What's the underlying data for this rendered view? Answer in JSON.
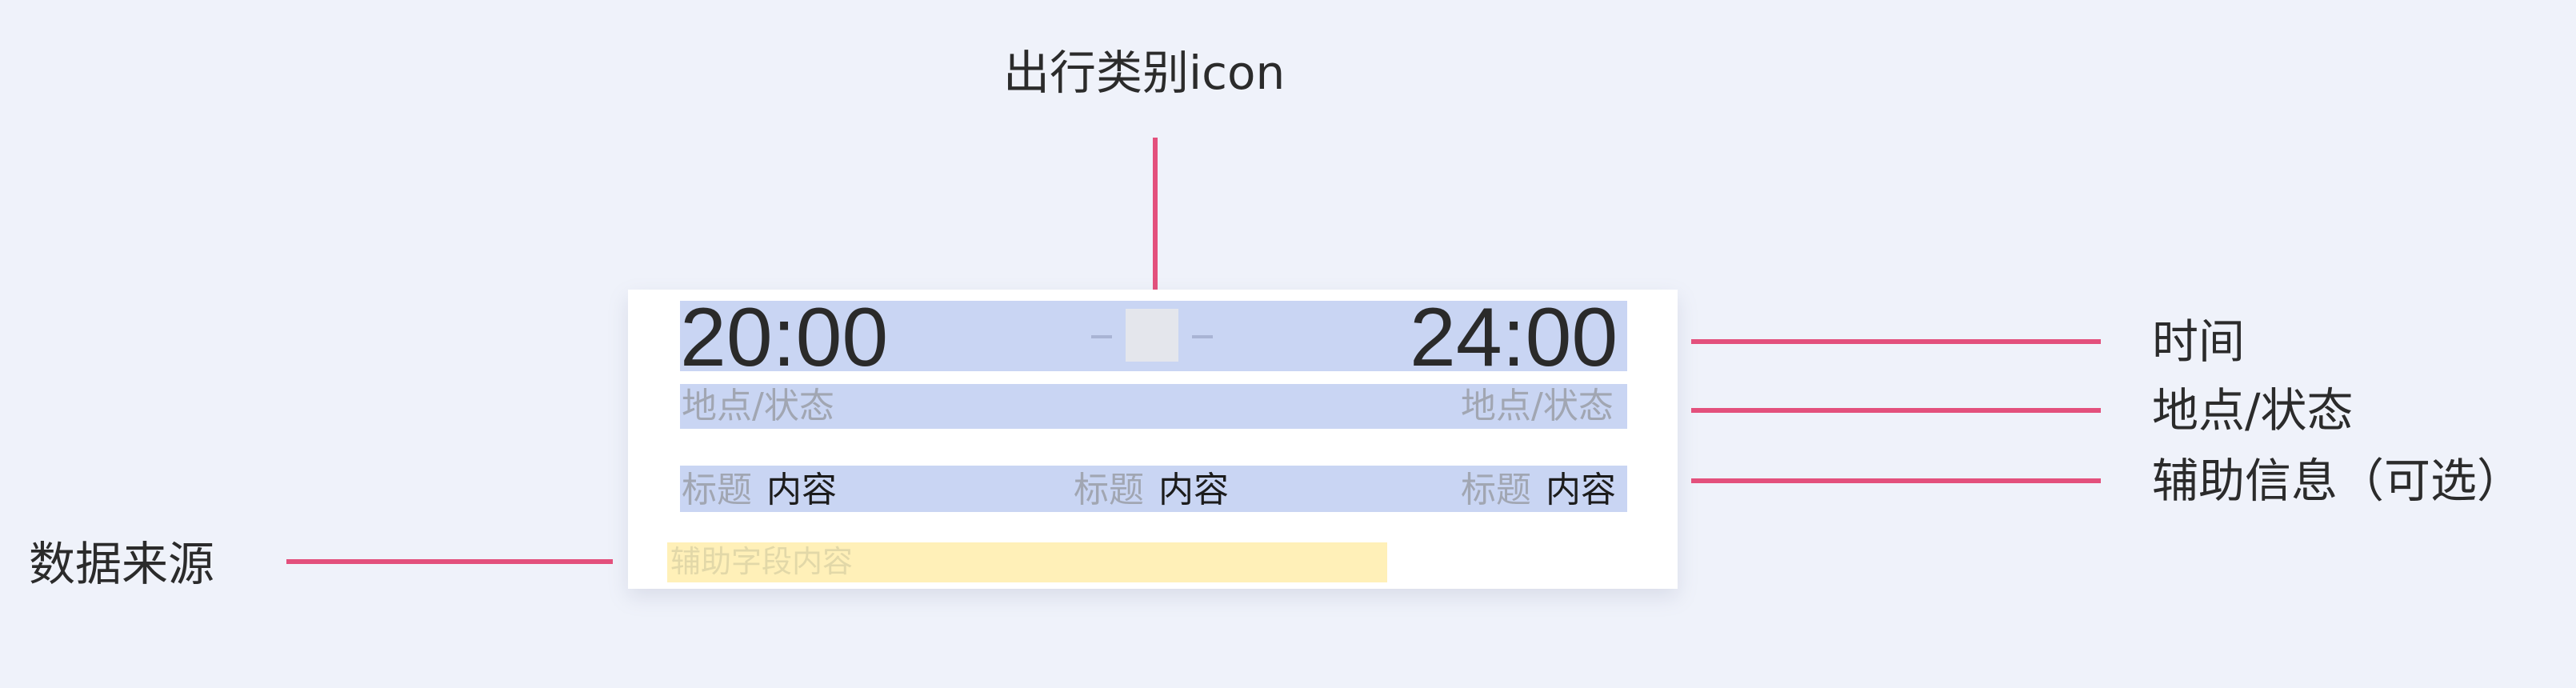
{
  "annotations": {
    "icon_label": "出行类别icon",
    "time_label": "时间",
    "location_label": "地点/状态",
    "aux_label": "辅助信息（可选）",
    "source_label": "数据来源"
  },
  "card": {
    "time_start": "20:00",
    "time_end": "24:00",
    "icon_name": "travel-category-icon",
    "location_left": "地点/状态",
    "location_right": "地点/状态",
    "info_items": [
      {
        "title": "标题",
        "content": "内容"
      },
      {
        "title": "标题",
        "content": "内容"
      },
      {
        "title": "标题",
        "content": "内容"
      }
    ],
    "source_text": "辅助字段内容"
  },
  "colors": {
    "background": "#eff2fa",
    "card": "#ffffff",
    "highlight_blue": "#c9d5f3",
    "highlight_yellow": "#fff0b8",
    "pointer": "#e3507c",
    "icon_placeholder": "#e4e6ec"
  }
}
